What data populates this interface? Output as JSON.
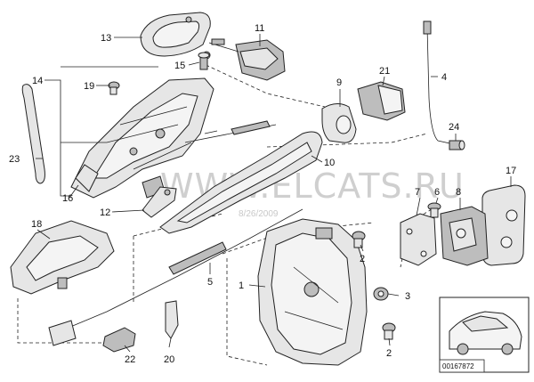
{
  "watermark": "WWW.ELCATS.RU",
  "date_stamp": "8/26/2009",
  "diagram_code": "00167872",
  "part_numbers": {
    "p1": "1",
    "p2a": "2",
    "p2b": "2",
    "p3": "3",
    "p4": "4",
    "p5": "5",
    "p6": "6",
    "p7": "7",
    "p8": "8",
    "p9": "9",
    "p10": "10",
    "p11": "11",
    "p12": "12",
    "p13": "13",
    "p14": "14",
    "p15": "15",
    "p16": "16",
    "p17": "17",
    "p18": "18",
    "p19": "19",
    "p20": "20",
    "p21": "21",
    "p22": "22",
    "p23": "23",
    "p24": "24"
  }
}
